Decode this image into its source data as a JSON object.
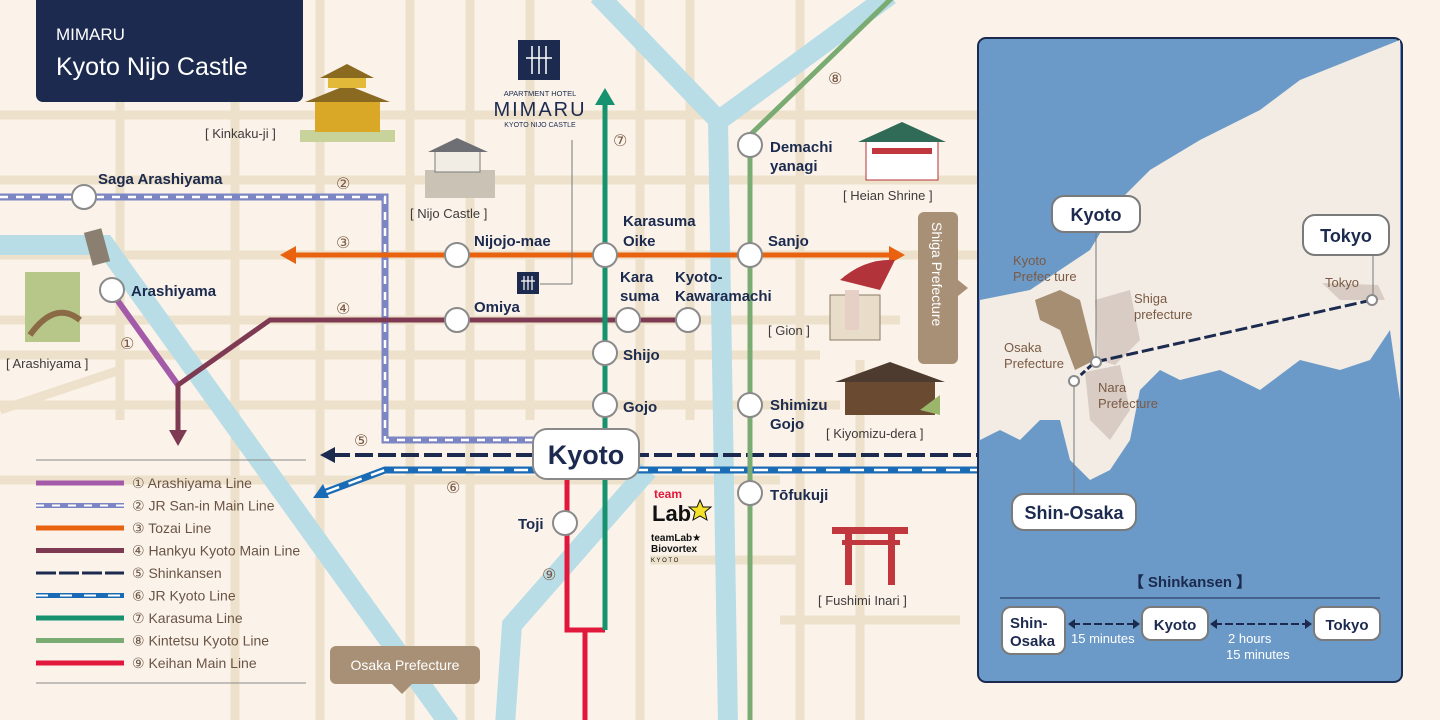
{
  "title": {
    "small": "MIMARU",
    "large": "Kyoto Nijo Castle"
  },
  "hotel": {
    "line1": "APARTMENT HOTEL",
    "line2": "MIMARU",
    "line3": "KYOTO NIJO CASTLE"
  },
  "stations": {
    "saga_arashiyama": "Saga Arashiyama",
    "arashiyama": "Arashiyama",
    "nijojo_mae": "Nijojo-mae",
    "karasuma_oike_1": "Karasuma",
    "karasuma_oike_2": "Oike",
    "sanjo": "Sanjo",
    "omiya": "Omiya",
    "karasuma_1": "Kara",
    "karasuma_2": "suma",
    "kawaramachi_1": "Kyoto-",
    "kawaramachi_2": "Kawaramachi",
    "shijo": "Shijo",
    "gojo": "Gojo",
    "demachi_1": "Demachi",
    "demachi_2": "yanagi",
    "shimizu_1": "Shimizu",
    "shimizu_2": "Gojo",
    "kyoto": "Kyoto",
    "tofukuji": "Tōfukuji",
    "toji": "Toji"
  },
  "landmarks": {
    "kinkakuji": "[ Kinkaku-ji ]",
    "nijo_castle": "[ Nijo Castle ]",
    "heian_shrine": "[ Heian Shrine ]",
    "arashiyama": "[ Arashiyama ]",
    "gion": "[ Gion ]",
    "kiyomizu": "[ Kiyomizu-dera ]",
    "fushimi_inari": "[ Fushimi Inari ]",
    "teamlab_1": "teamLab★",
    "teamlab_2": "Biovortex",
    "teamlab_3": "K Y O T O",
    "teamlab_logo_1": "team",
    "teamlab_logo_2": "Lab"
  },
  "prefecture_tags": {
    "shiga": "Shiga Prefecture",
    "osaka": "Osaka Prefecture"
  },
  "line_numbers": [
    "①",
    "②",
    "③",
    "④",
    "⑤",
    "⑥",
    "⑦",
    "⑧",
    "⑨"
  ],
  "legend": [
    {
      "label": "① Arashiyama Line",
      "color": "#a35aa8"
    },
    {
      "label": "② JR San-in Main Line",
      "color": "#7d86c4"
    },
    {
      "label": "③ Tozai Line",
      "color": "#e8620f"
    },
    {
      "label": "④ Hankyu Kyoto Main Line",
      "color": "#7e3a52"
    },
    {
      "label": "⑤ Shinkansen",
      "color": "#1b2a4e"
    },
    {
      "label": "⑥ JR Kyoto Line",
      "color": "#1a6bb5"
    },
    {
      "label": "⑦ Karasuma Line",
      "color": "#16926e"
    },
    {
      "label": "⑧ Kintetsu Kyoto Line",
      "color": "#7aab72"
    },
    {
      "label": "⑨ Keihan Main Line",
      "color": "#e2173c"
    }
  ],
  "inset": {
    "kyoto": "Kyoto",
    "tokyo": "Tokyo",
    "shin_osaka": "Shin-Osaka",
    "kyoto_pref_1": "Kyoto",
    "kyoto_pref_2": "Prefec ture",
    "shiga_1": "Shiga",
    "shiga_2": "prefecture",
    "osaka_1": "Osaka",
    "osaka_2": "Prefecture",
    "nara_1": "Nara",
    "nara_2": "Prefecture",
    "tokyo_pref": "Tokyo",
    "shinkansen_title": "【 Shinkansen 】",
    "shin_1": "Shin-",
    "shin_2": "Osaka",
    "kyoto_box": "Kyoto",
    "tokyo_box": "Tokyo",
    "time_1": "15 minutes",
    "time_2a": "2 hours",
    "time_2b": "15 minutes"
  }
}
